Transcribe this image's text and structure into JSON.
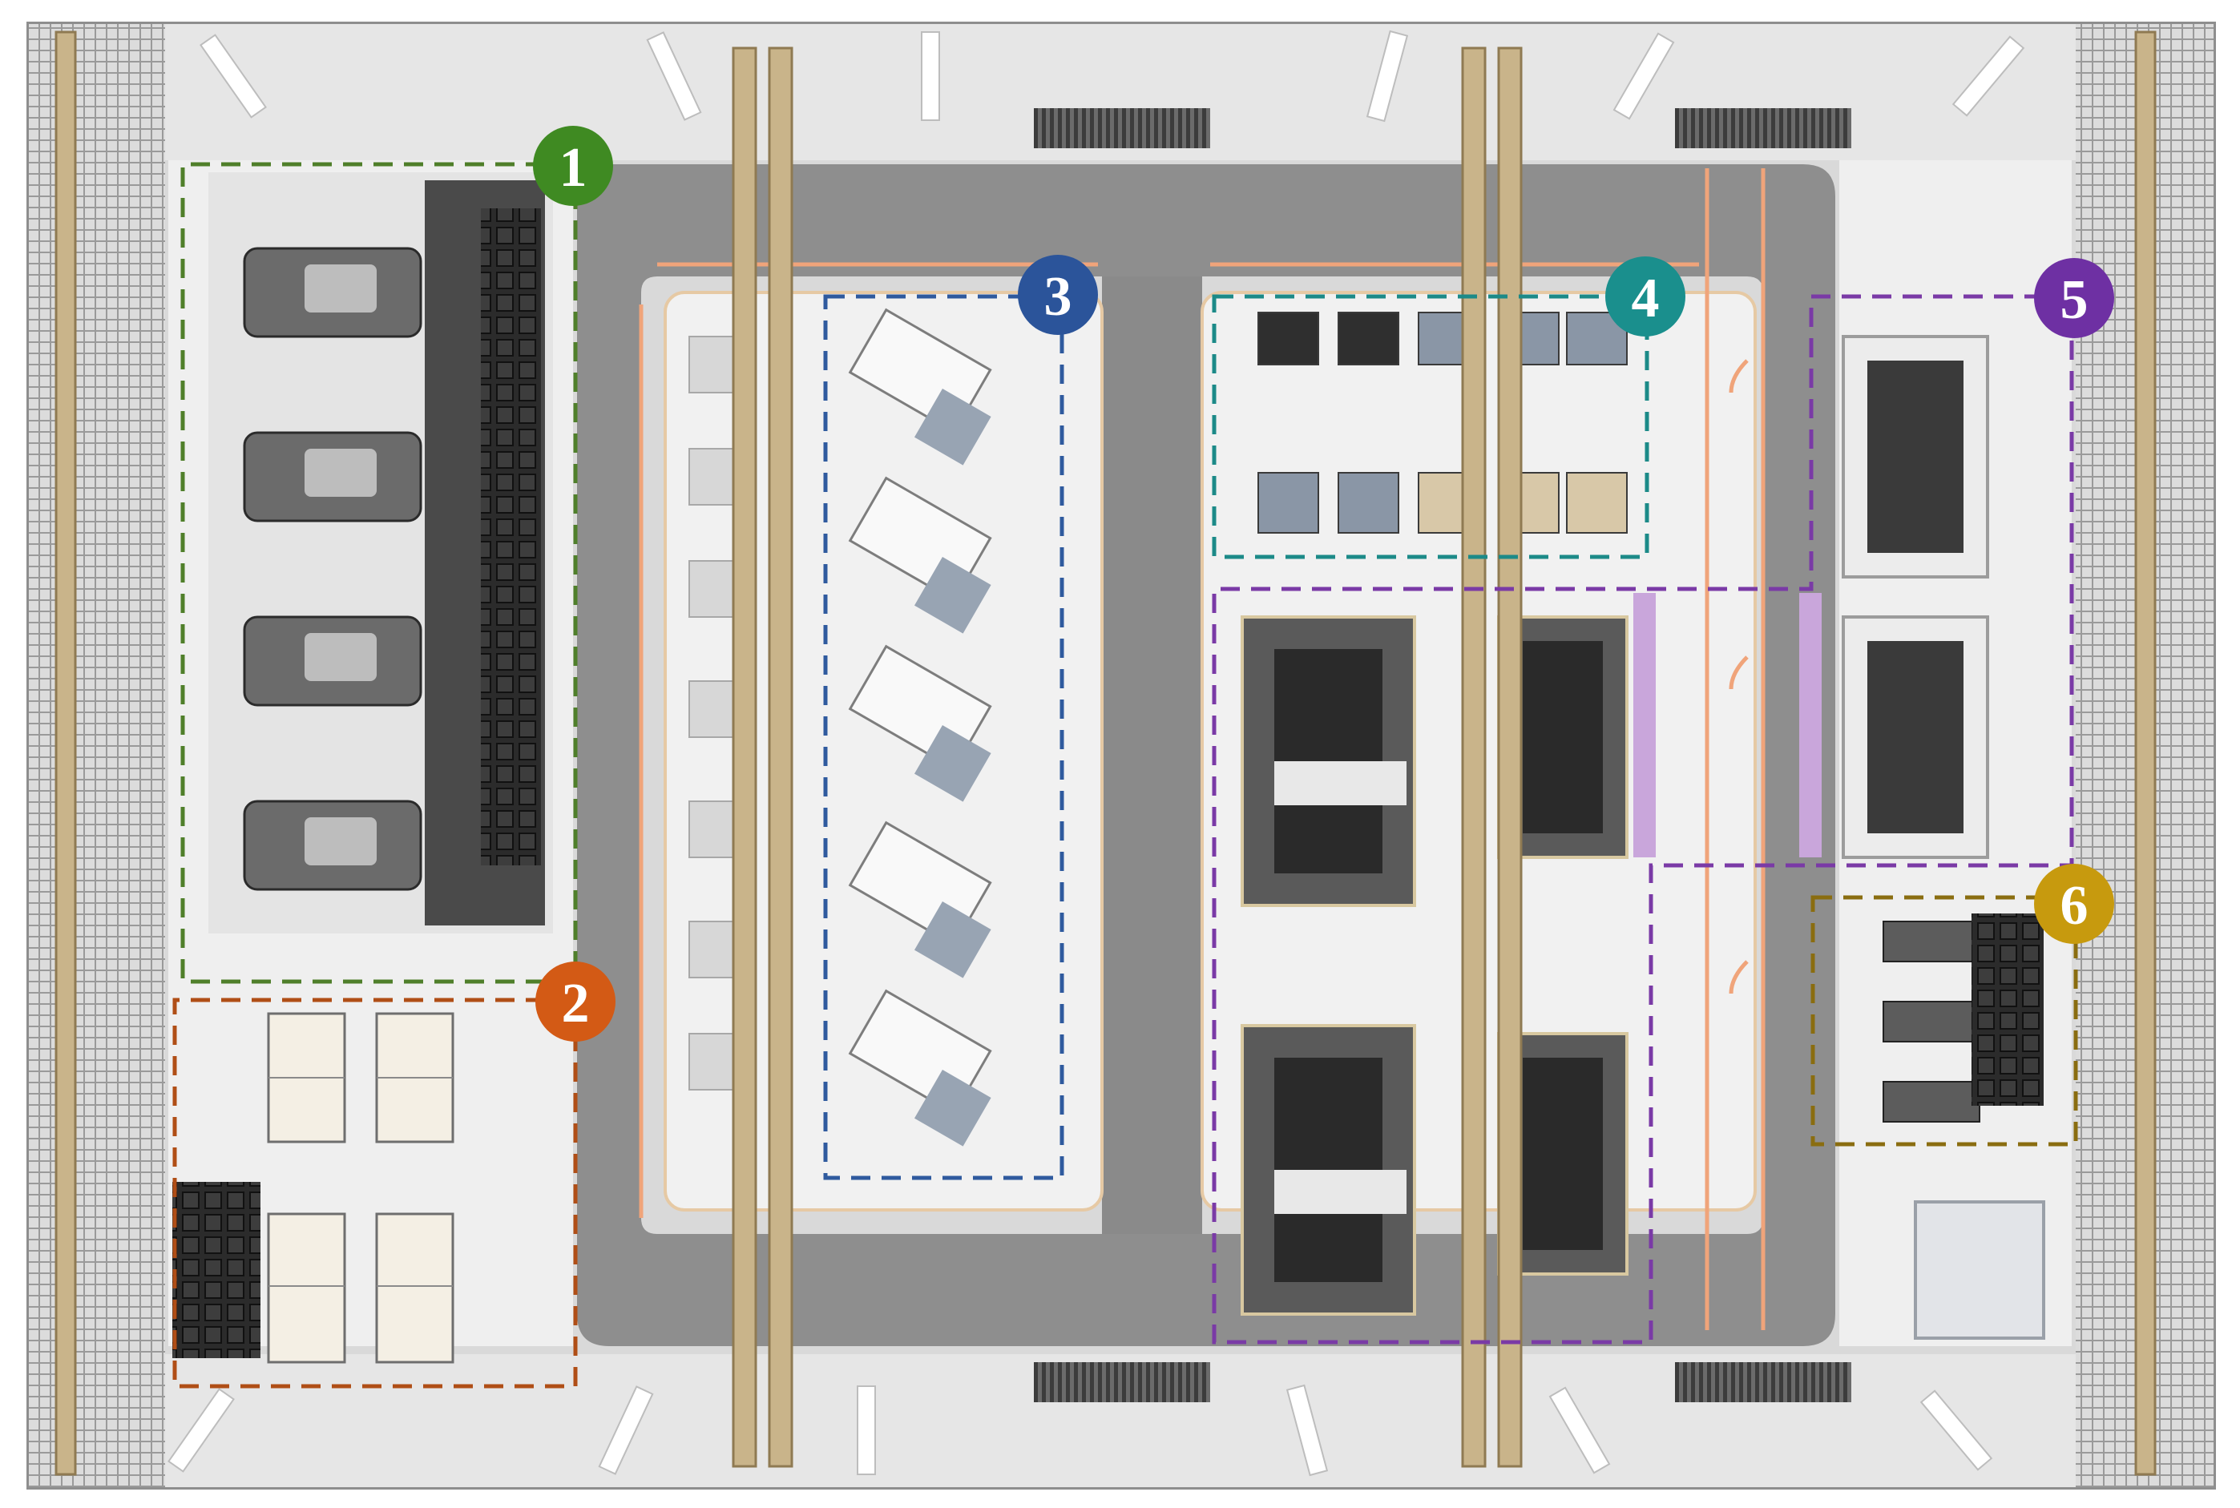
{
  "figure": {
    "zones": [
      {
        "id": "zone-1",
        "label": "1",
        "color": "#4f7f2a",
        "fill": "#3f8a22"
      },
      {
        "id": "zone-2",
        "label": "2",
        "color": "#b04e16",
        "fill": "#d35a15"
      },
      {
        "id": "zone-3",
        "label": "3",
        "color": "#2f5a9e",
        "fill": "#2b549a"
      },
      {
        "id": "zone-4",
        "label": "4",
        "color": "#1c8a88",
        "fill": "#1a8f8d"
      },
      {
        "id": "zone-5",
        "label": "5",
        "color": "#7a3aa6",
        "fill": "#6e30a3"
      },
      {
        "id": "zone-6",
        "label": "6",
        "color": "#8a6d10",
        "fill": "#c79a0e"
      }
    ]
  }
}
